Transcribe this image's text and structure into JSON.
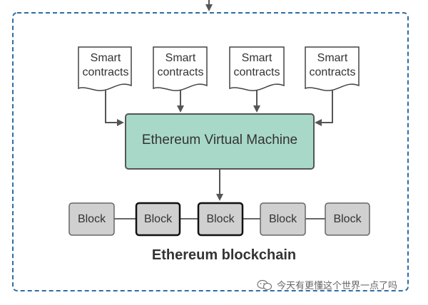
{
  "diagram": {
    "contracts": [
      {
        "line1": "Smart",
        "line2": "contracts"
      },
      {
        "line1": "Smart",
        "line2": "contracts"
      },
      {
        "line1": "Smart",
        "line2": "contracts"
      },
      {
        "line1": "Smart",
        "line2": "contracts"
      }
    ],
    "evm_label": "Ethereum Virtual Machine",
    "blocks": [
      "Block",
      "Block",
      "Block",
      "Block",
      "Block"
    ],
    "caption": "Ethereum blockchain",
    "colors": {
      "border_dash": "#2e6da4",
      "evm_fill": "#a8d8c8",
      "block_fill": "#d0d0d0",
      "arrow": "#555555"
    }
  },
  "watermark": {
    "text": "今天有更懂这个世界一点了吗",
    "icon": "wechat-icon"
  }
}
